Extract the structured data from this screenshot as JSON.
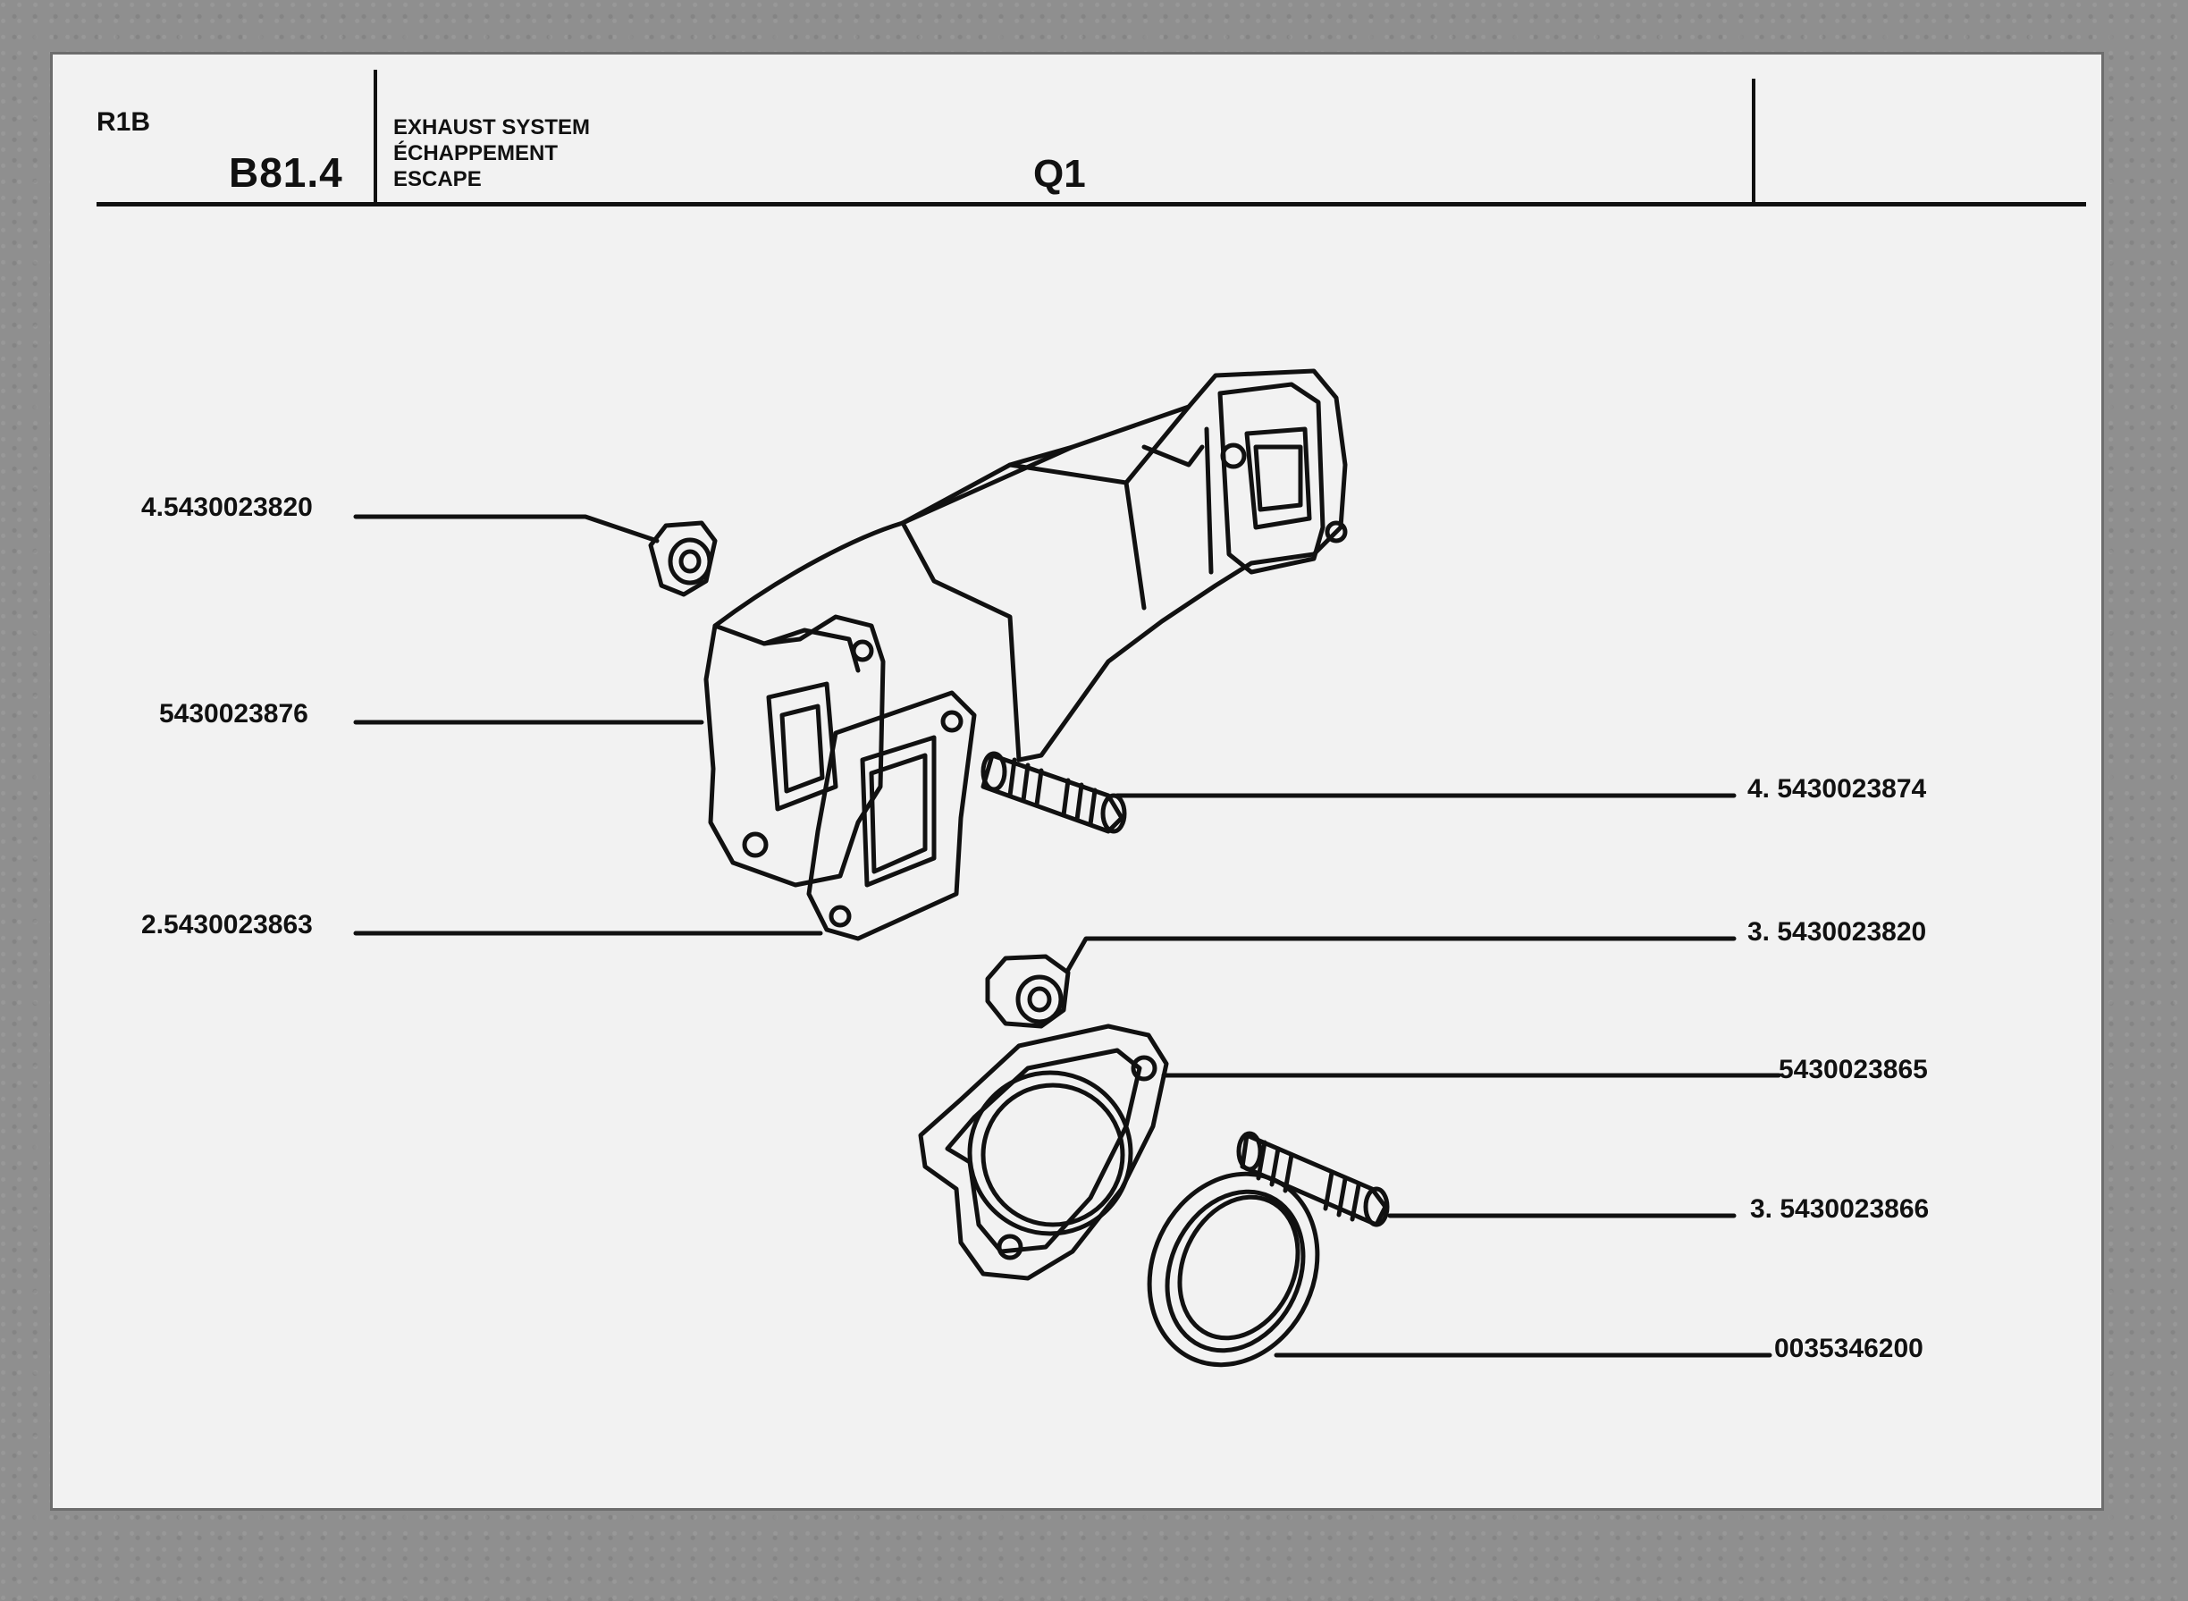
{
  "header": {
    "code_left_top": "R1B",
    "code_left_main": "B81.4",
    "title_en": "EXHAUST SYSTEM",
    "title_fr": "ÉCHAPPEMENT",
    "title_es": "ESCAPE",
    "section_code": "Q1"
  },
  "parts": [
    {
      "id": "nut-upper",
      "label": "4.5430023820"
    },
    {
      "id": "manifold",
      "label": "5430023876"
    },
    {
      "id": "stud-upper",
      "label": "4. 5430023874"
    },
    {
      "id": "gasket-manifold",
      "label": "2.5430023863"
    },
    {
      "id": "nut-lower",
      "label": "3. 5430023820"
    },
    {
      "id": "flange",
      "label": "5430023865"
    },
    {
      "id": "stud-lower",
      "label": "3. 5430023866"
    },
    {
      "id": "sealing-ring",
      "label": "0035346200"
    }
  ]
}
